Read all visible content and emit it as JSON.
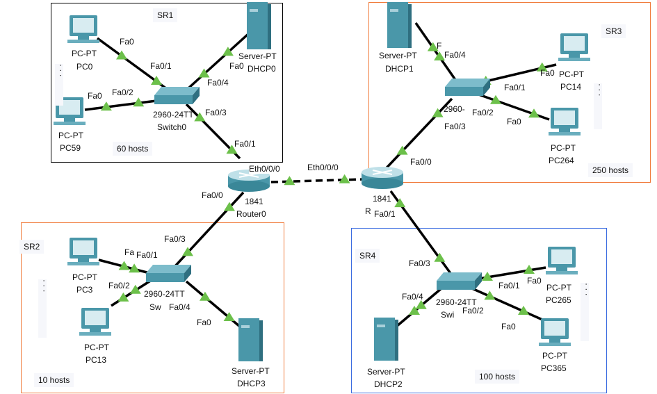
{
  "colors": {
    "link": "#000000",
    "port": "#6cc04a",
    "device": "#4a97a9",
    "sr1_border": "#000000",
    "sr2_border": "#f07a3a",
    "sr3_border": "#f07a3a",
    "sr4_border": "#3a6be0"
  },
  "areas": {
    "sr1": {
      "name": "SR1",
      "hosts": "60 hosts"
    },
    "sr2": {
      "name": "SR2",
      "hosts": "10 hosts"
    },
    "sr3": {
      "name": "SR3",
      "hosts": "250 hosts"
    },
    "sr4": {
      "name": "SR4",
      "hosts": "100 hosts"
    }
  },
  "ellipsis": "· · ·",
  "devices": {
    "router0": {
      "model": "1841",
      "name": "Router0"
    },
    "router1": {
      "model": "1841",
      "name": "R"
    },
    "switch0": {
      "model": "2960-24TT",
      "name": "Switch0"
    },
    "switch1": {
      "model": "2960-"
    },
    "switch2": {
      "model": "2960-24TT",
      "name": "Sw"
    },
    "switch3": {
      "model": "2960-24TT",
      "name": "Swi"
    },
    "pc0": {
      "model": "PC-PT",
      "name": "PC0"
    },
    "pc59": {
      "model": "PC-PT",
      "name": "PC59"
    },
    "dhcp0": {
      "model": "Server-PT",
      "name": "DHCP0"
    },
    "dhcp1": {
      "model": "Server-PT",
      "name": "DHCP1"
    },
    "pc14": {
      "model": "PC-PT",
      "name": "PC14"
    },
    "pc264": {
      "model": "PC-PT",
      "name": "PC264"
    },
    "pc3": {
      "model": "PC-PT",
      "name": "PC3"
    },
    "pc13": {
      "model": "PC-PT",
      "name": "PC13"
    },
    "dhcp3": {
      "model": "Server-PT",
      "name": "DHCP3"
    },
    "dhcp2": {
      "model": "Server-PT",
      "name": "DHCP2"
    },
    "pc265": {
      "model": "PC-PT",
      "name": "PC265"
    },
    "pc365": {
      "model": "PC-PT",
      "name": "PC365"
    }
  },
  "ports": [
    "Fa0",
    "Fa0/1",
    "Fa0/4",
    "Fa0",
    "Fa0",
    "Fa0/2",
    "Fa0/3",
    "Fa0/1",
    "Eth0/0/0",
    "Fa0/0",
    "Eth0/0/0",
    "F",
    "Fa0/4",
    "Fa0/1",
    "Fa0",
    "Fa0/2",
    "Fa0",
    "Fa0/3",
    "Fa0/0",
    "Fa0/1",
    "Fa0/3",
    "Fa",
    "Fa0/1",
    "Fa0/2",
    "Fa0/4",
    "Fa0",
    "Fa0/3",
    "Fa0/4",
    "Fa0/1",
    "Fa0",
    "Fa0/2",
    "Fa0"
  ]
}
